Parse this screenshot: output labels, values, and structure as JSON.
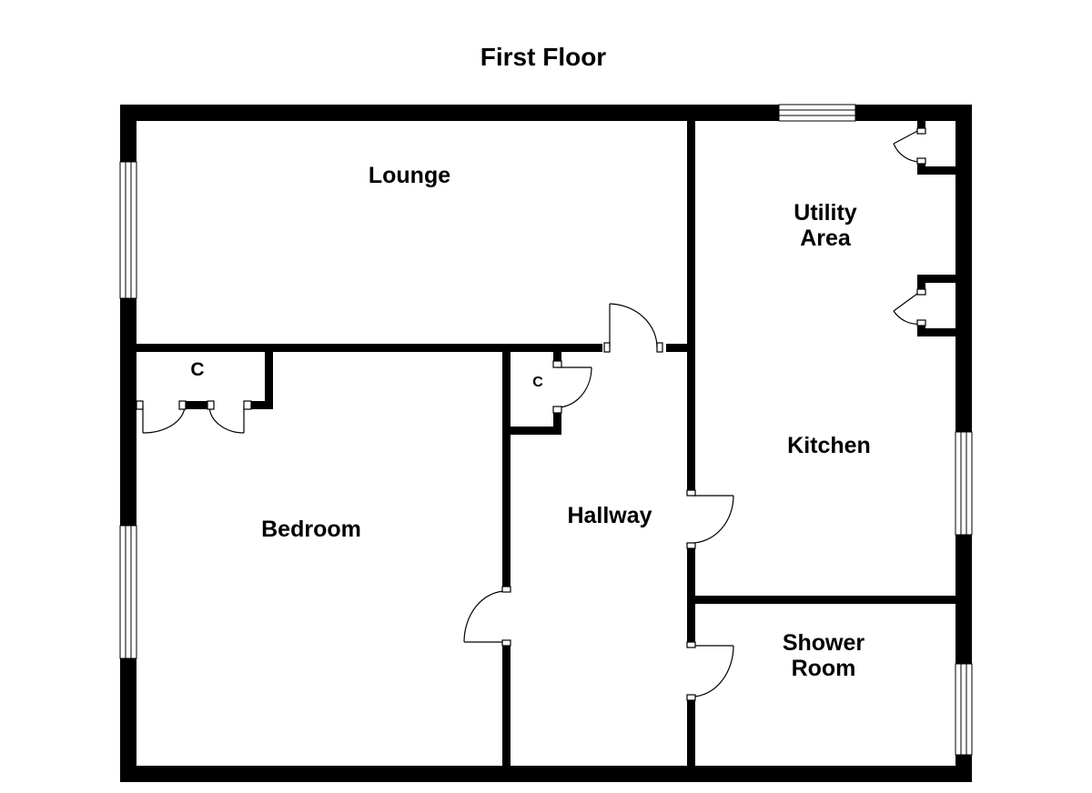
{
  "floor_title": "First Floor",
  "rooms": {
    "lounge": "Lounge",
    "utility_line1": "Utility",
    "utility_line2": "Area",
    "kitchen": "Kitchen",
    "bedroom": "Bedroom",
    "hallway": "Hallway",
    "shower_line1": "Shower",
    "shower_line2": "Room",
    "bedroom_cupboard": "C",
    "hallway_cupboard": "C"
  },
  "colors": {
    "wall": "#000000",
    "background": "#ffffff",
    "fixture": "#000000"
  }
}
